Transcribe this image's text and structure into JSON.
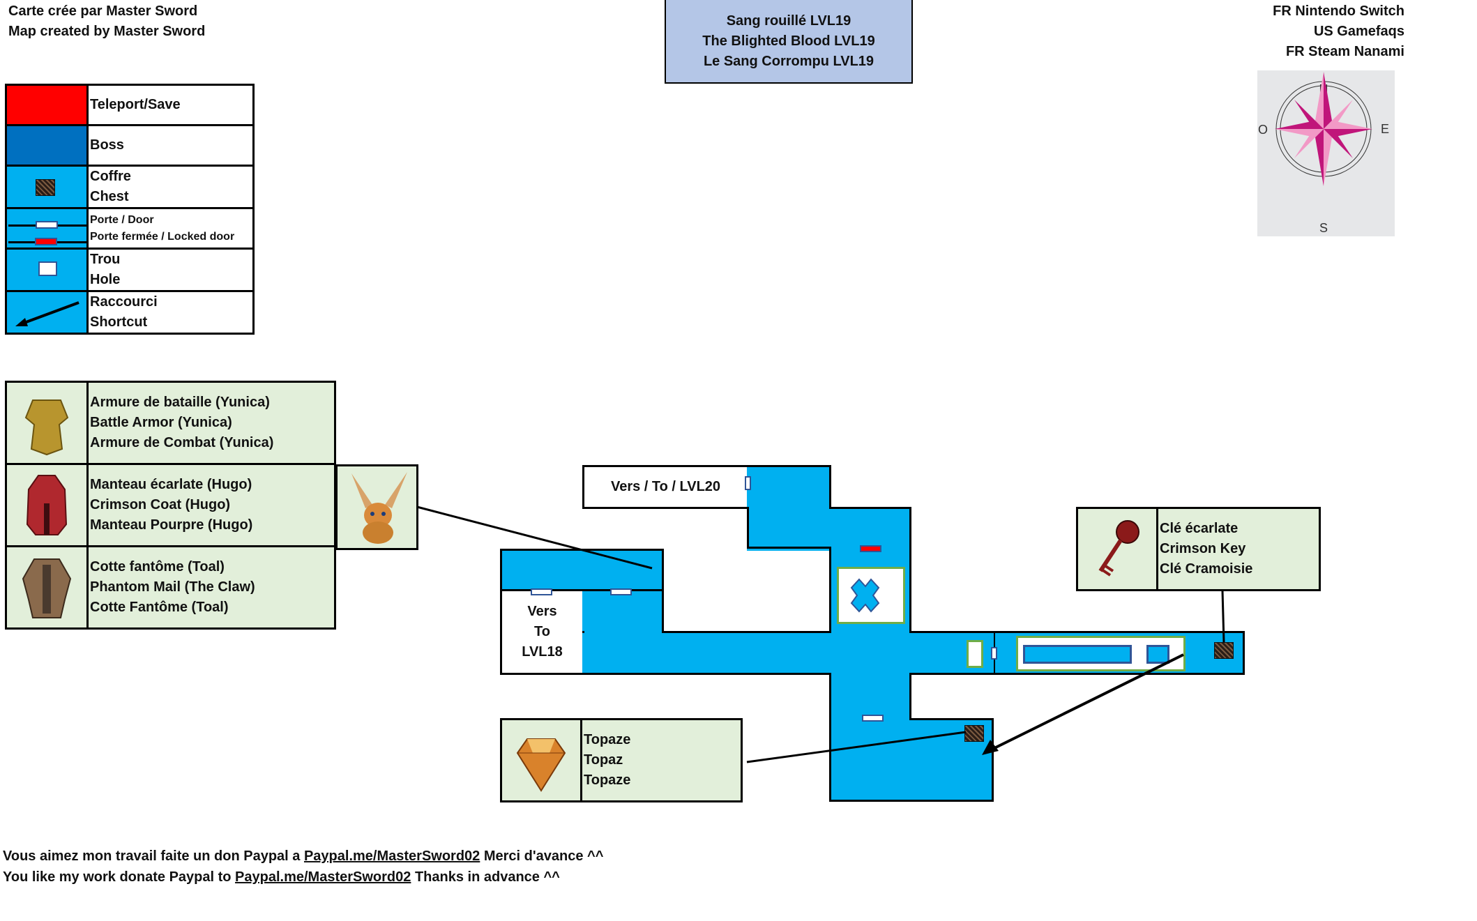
{
  "credits": [
    "Carte crée par Master Sword",
    "Map created by Master Sword"
  ],
  "title": [
    "Sang rouillé LVL19",
    "The Blighted Blood LVL19",
    "Le Sang Corrompu LVL19"
  ],
  "sources": [
    "FR Nintendo Switch",
    "US Gamefaqs",
    "FR Steam Nanami"
  ],
  "compass": {
    "n": "N",
    "s": "S",
    "e": "E",
    "w": "O"
  },
  "legend": [
    {
      "icon": "teleport-save-swatch",
      "color": "#ff0000",
      "lines": [
        "Teleport/Save"
      ]
    },
    {
      "icon": "boss-swatch",
      "color": "#0070c0",
      "lines": [
        "Boss"
      ]
    },
    {
      "icon": "chest-icon",
      "color": "#00b0f0",
      "lines": [
        "Coffre",
        "Chest"
      ]
    },
    {
      "icon": "door-icon",
      "color": "#00b0f0",
      "lines": [
        "Porte / Door",
        "Porte fermée / Locked door"
      ]
    },
    {
      "icon": "hole-icon",
      "color": "#00b0f0",
      "lines": [
        "Trou",
        "Hole"
      ]
    },
    {
      "icon": "shortcut-arrow-icon",
      "color": "#00b0f0",
      "lines": [
        "Raccourci",
        "Shortcut"
      ]
    }
  ],
  "items": [
    {
      "icon": "battle-armor-icon",
      "lines": [
        "Armure de bataille (Yunica)",
        "Battle Armor (Yunica)",
        "Armure de Combat (Yunica)"
      ]
    },
    {
      "icon": "crimson-coat-icon",
      "lines": [
        "Manteau écarlate (Hugo)",
        "Crimson Coat (Hugo)",
        "Manteau Pourpre (Hugo)"
      ]
    },
    {
      "icon": "phantom-mail-icon",
      "lines": [
        "Cotte fantôme (Toal)",
        "Phantom Mail (The Claw)",
        "Cotte Fantôme (Toal)"
      ]
    }
  ],
  "creature": {
    "icon": "creature-icon"
  },
  "map": {
    "to_lvl20": "Vers / To / LVL20",
    "to_lvl18": [
      "Vers",
      "To",
      "LVL18"
    ],
    "room_color": "#00b0f0",
    "boss_color": "#0070c0"
  },
  "key_item": {
    "icon": "crimson-key-icon",
    "lines": [
      "Clé écarlate",
      "Crimson Key",
      "Clé Cramoisie"
    ]
  },
  "topaz_item": {
    "icon": "topaz-icon",
    "lines": [
      "Topaze",
      "Topaz",
      "Topaze"
    ]
  },
  "footer": {
    "line1_pre": "Vous aimez mon travail faite un don Paypal a ",
    "line1_link": "Paypal.me/MasterSword02",
    "line1_post": " Merci d'avance ^^",
    "line2_pre": "You like my work donate Paypal to ",
    "line2_link": "Paypal.me/MasterSword02",
    "line2_post": " Thanks in advance ^^"
  }
}
